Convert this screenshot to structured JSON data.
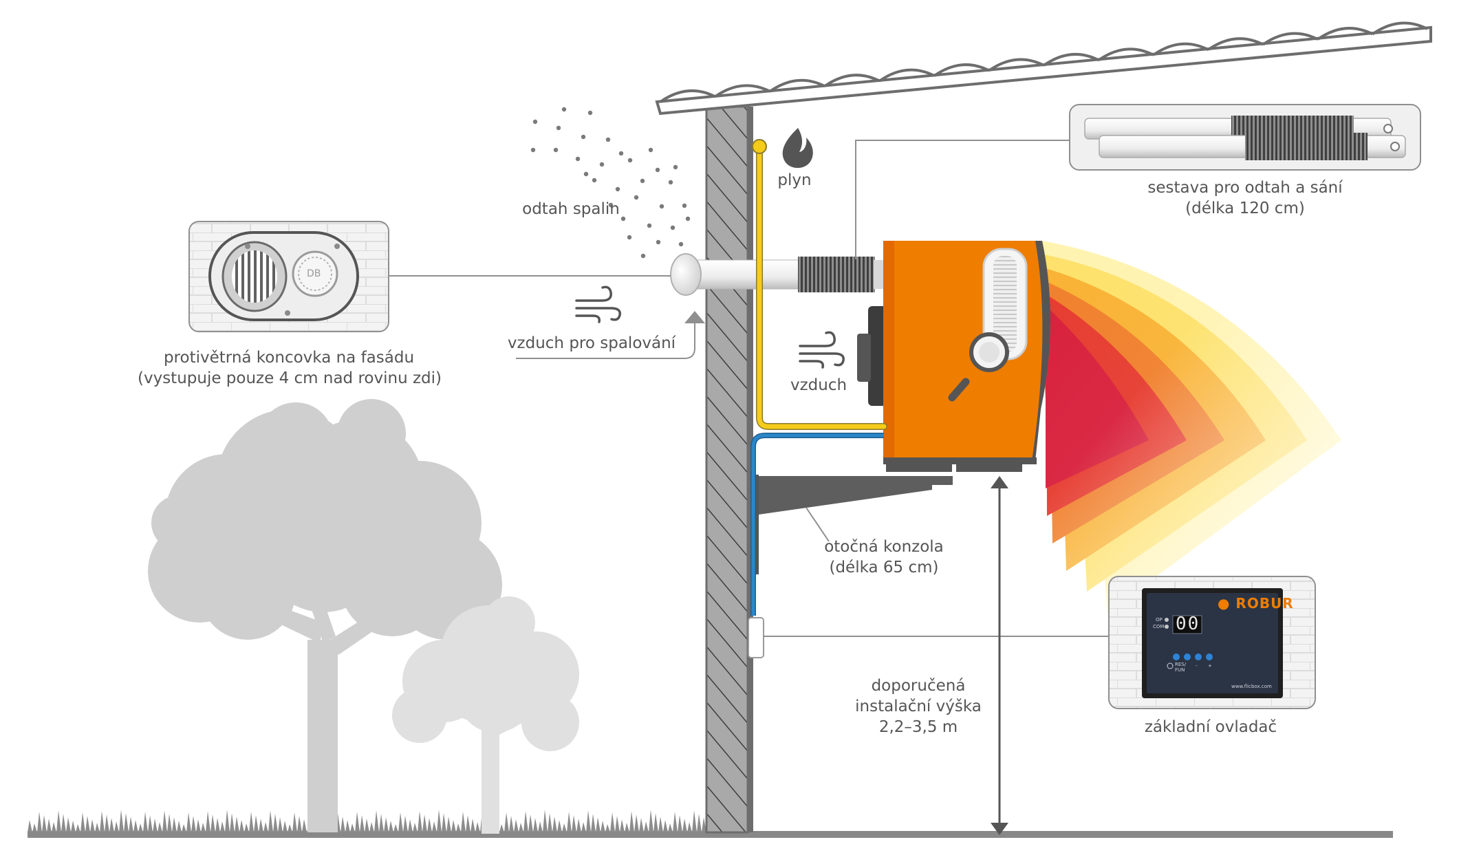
{
  "labels": {
    "terminal": [
      "protivětrná koncovka na fasádu",
      "(vystupuje pouze 4 cm nad rovinu zdi)"
    ],
    "flue": "odtah spalin",
    "gas": "plyn",
    "combustion_air": "vzduch pro spalování",
    "air": "vzduch",
    "kit": [
      "sestava pro odtah a sání",
      "(délka 120 cm)"
    ],
    "bracket": [
      "otočná konzola",
      "(délka 65 cm)"
    ],
    "height": [
      "doporučená",
      "instalační výška",
      "2,2–3,5 m"
    ],
    "controller": "základní ovladač"
  },
  "controller_panel": {
    "brand": "ROBUR",
    "display": "00",
    "led_labels": [
      "OP",
      "COM"
    ],
    "button_labels": [
      "RES/",
      "FUN",
      "-",
      "+"
    ],
    "website": "www.flicbox.com"
  },
  "terminal_logo": "DB",
  "colors": {
    "heater": "#ee7d00",
    "heater_dark": "#555555",
    "gas_pipe": "#f5cc1a",
    "electric_cable": "#2b87c9",
    "wall": "#777777",
    "ground": "#888888",
    "tree": "#cfcfcf",
    "label": "#555555",
    "controller_brand": "#ee7d00"
  },
  "icons": [
    "flame-icon",
    "wind-icon",
    "magnifier-icon",
    "arrow-up-icon",
    "double-arrow-icon"
  ]
}
